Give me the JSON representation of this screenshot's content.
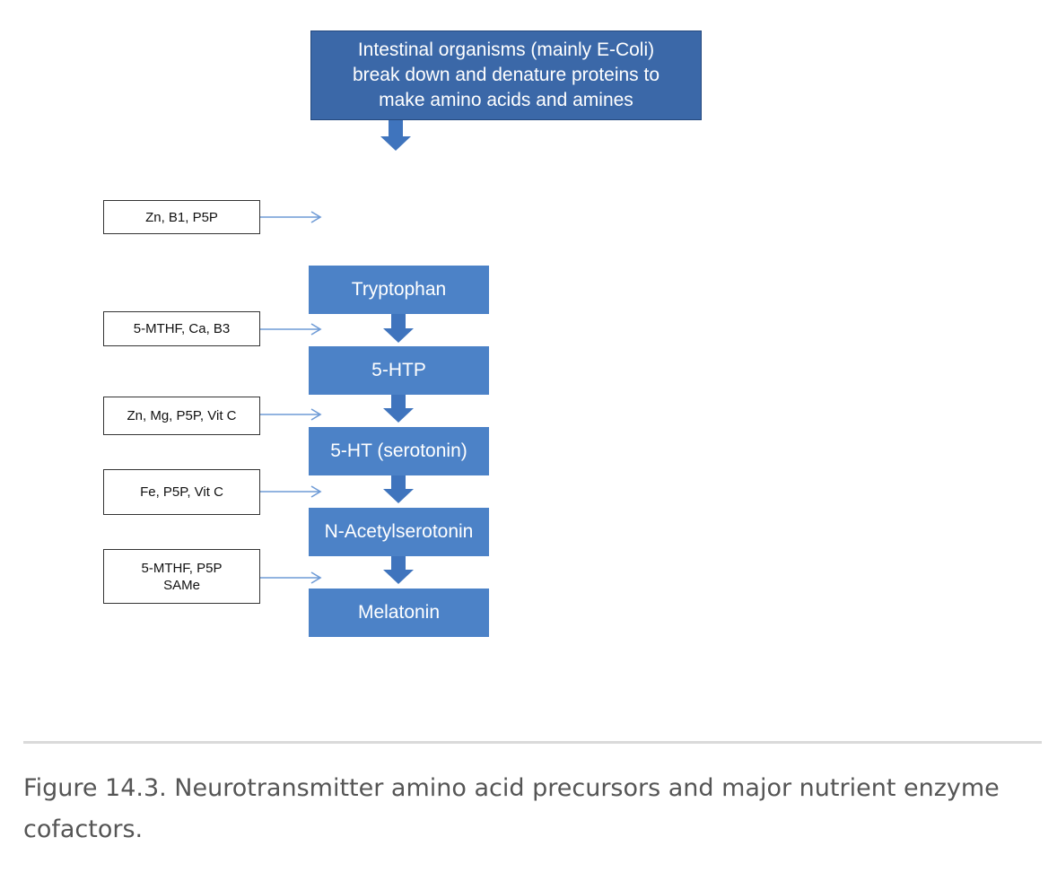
{
  "diagram": {
    "source_box": "Intestinal organisms (mainly E-Coli)\nbreak down and denature proteins to\nmake amino acids and amines",
    "steps": [
      "Tryptophan",
      "5-HTP",
      "5-HT (serotonin)",
      "N-Acetylserotonin",
      "Melatonin"
    ],
    "cofactors": [
      "Zn, B1, P5P",
      "5-MTHF, Ca, B3",
      "Zn, Mg, P5P, Vit C",
      "Fe, P5P, Vit C",
      "5-MTHF, P5P\nSAMe"
    ],
    "colors": {
      "source_box": "#3b68a8",
      "step_box": "#4c82c7",
      "thin_arrow": "#6f9bd6",
      "block_arrow": "#3f74bd"
    }
  },
  "caption": "Figure 14.3. Neurotransmitter amino acid precursors and major nutrient enzyme cofactors."
}
